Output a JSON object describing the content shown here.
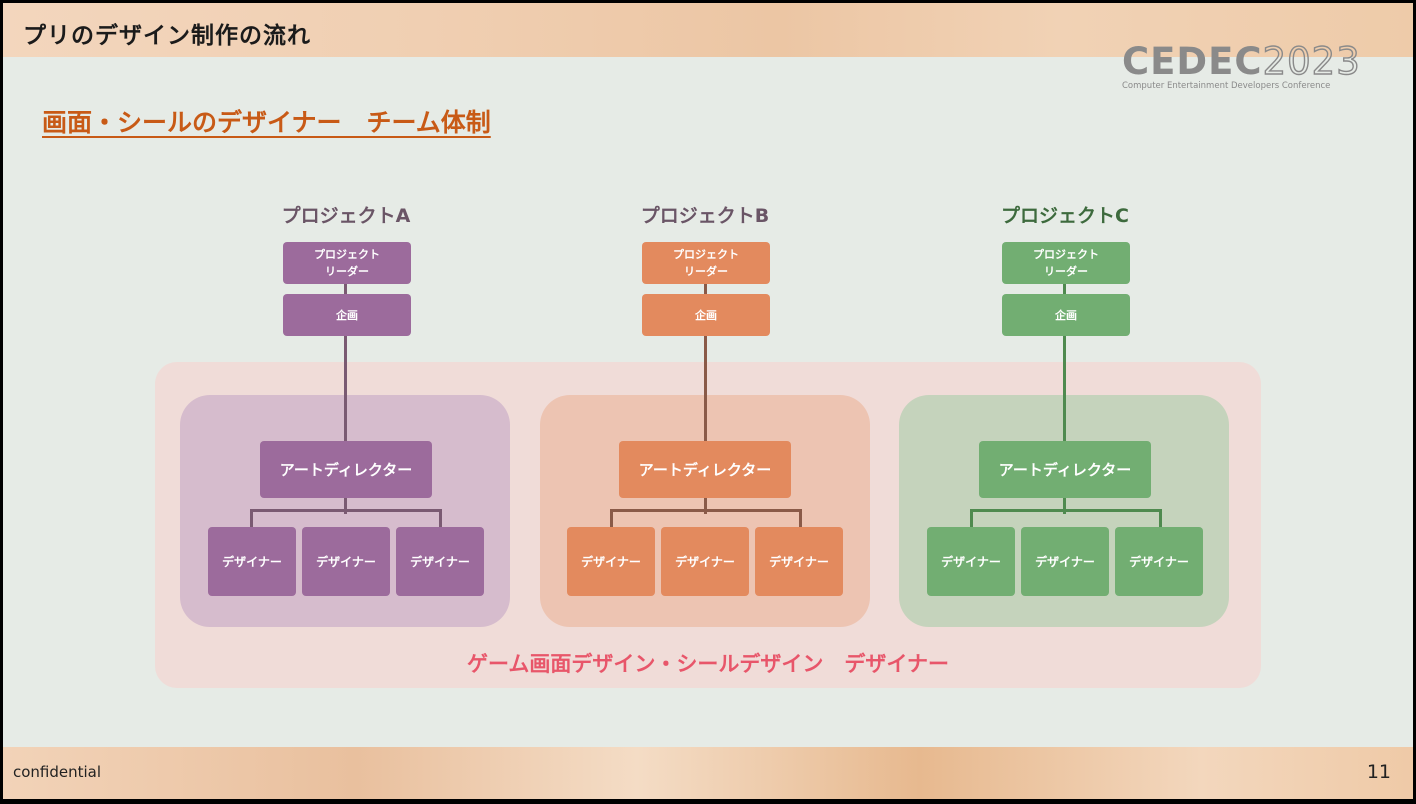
{
  "header": {
    "title": "プリのデザイン制作の流れ"
  },
  "logo": {
    "brand": "CEDEC",
    "year": "2023",
    "tagline": "Computer Entertainment Developers Conference"
  },
  "subtitle": "画面・シールのデザイナー　チーム体制",
  "colors": {
    "purple": "#9c6b9c",
    "orange": "#e38a5e",
    "green": "#72ae72",
    "accent": "#c85a16",
    "pink_label": "#e8566a"
  },
  "projects": [
    {
      "title": "プロジェクトA",
      "leader": [
        "プロジェクト",
        "リーダー"
      ],
      "planning": "企画",
      "art_director": "アートディレクター",
      "designers": [
        "デザイナー",
        "デザイナー",
        "デザイナー"
      ]
    },
    {
      "title": "プロジェクトB",
      "leader": [
        "プロジェクト",
        "リーダー"
      ],
      "planning": "企画",
      "art_director": "アートディレクター",
      "designers": [
        "デザイナー",
        "デザイナー",
        "デザイナー"
      ]
    },
    {
      "title": "プロジェクトC",
      "leader": [
        "プロジェクト",
        "リーダー"
      ],
      "planning": "企画",
      "art_director": "アートディレクター",
      "designers": [
        "デザイナー",
        "デザイナー",
        "デザイナー"
      ]
    }
  ],
  "group_label": "ゲーム画面デザイン・シールデザイン　デザイナー",
  "footer": {
    "confidential": "confidential",
    "page": "11"
  }
}
